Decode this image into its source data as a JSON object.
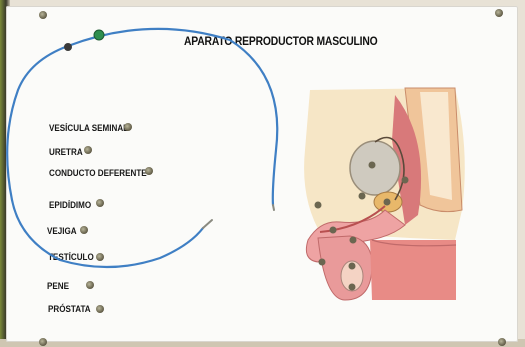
{
  "title": "APARATO REPRODUCTOR MASCULINO",
  "labels": [
    "VESÍCULA SEMINAL",
    "URETRA",
    "CONDUCTO DEFERENTE",
    "EPIDÍDIMO",
    "VEJIGA",
    "TESTÍCULO",
    "PENE",
    "PRÓSTATA"
  ],
  "colors": {
    "board": "#fbfbf9",
    "wire": "#3f7fc4",
    "wire_clip": "#2f8f4f",
    "skin": "#e98a8a",
    "tissue": "#f3d9a6",
    "bladder": "#c7c2b6",
    "text": "#181818"
  },
  "icons": [
    "screw-icon",
    "wire-probe-icon",
    "anatomy-diagram-icon"
  ]
}
